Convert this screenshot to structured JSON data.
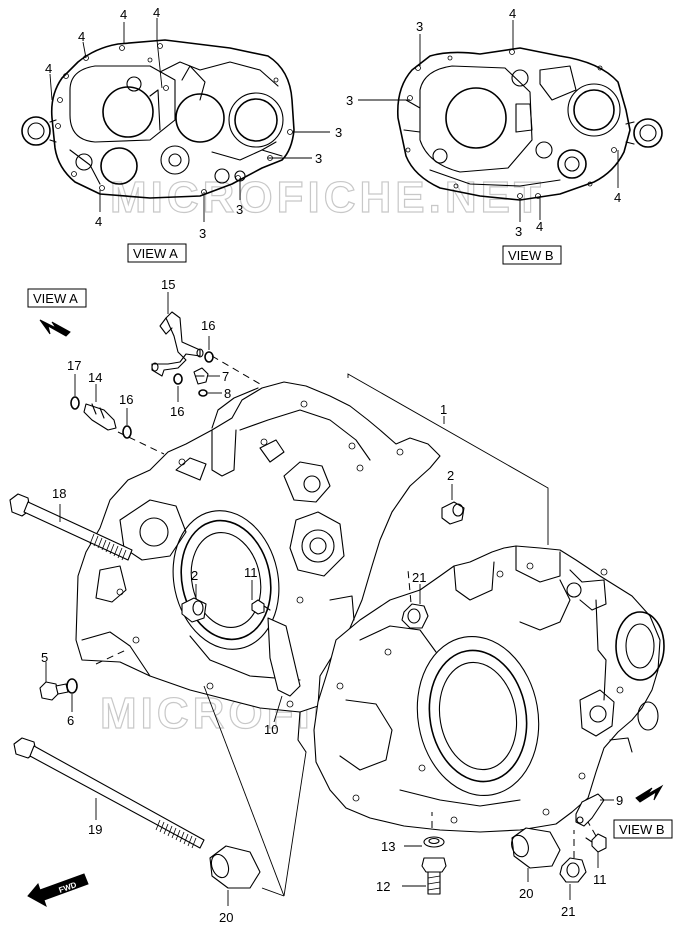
{
  "views": {
    "view_a_label": "VIEW A",
    "view_b_label": "VIEW B",
    "view_a_arrow_label": "VIEW A",
    "view_b_arrow_label": "VIEW B"
  },
  "fwd_label": "FWD",
  "watermark": "MICROFICHE.NET",
  "callouts_top_a": [
    "4",
    "4",
    "4",
    "4",
    "3",
    "3",
    "3",
    "3",
    "4"
  ],
  "callouts_top_b": [
    "3",
    "4",
    "3",
    "4",
    "3",
    "4"
  ],
  "parts": {
    "p1": "1",
    "p2a": "2",
    "p2b": "2",
    "p5": "5",
    "p6": "6",
    "p7": "7",
    "p8": "8",
    "p9": "9",
    "p10": "10",
    "p11a": "11",
    "p11b": "11",
    "p12": "12",
    "p13": "13",
    "p14": "14",
    "p15": "15",
    "p16a": "16",
    "p16b": "16",
    "p16c": "16",
    "p17": "17",
    "p18": "18",
    "p19": "19",
    "p20a": "20",
    "p20b": "20",
    "p21a": "21",
    "p21b": "21"
  }
}
